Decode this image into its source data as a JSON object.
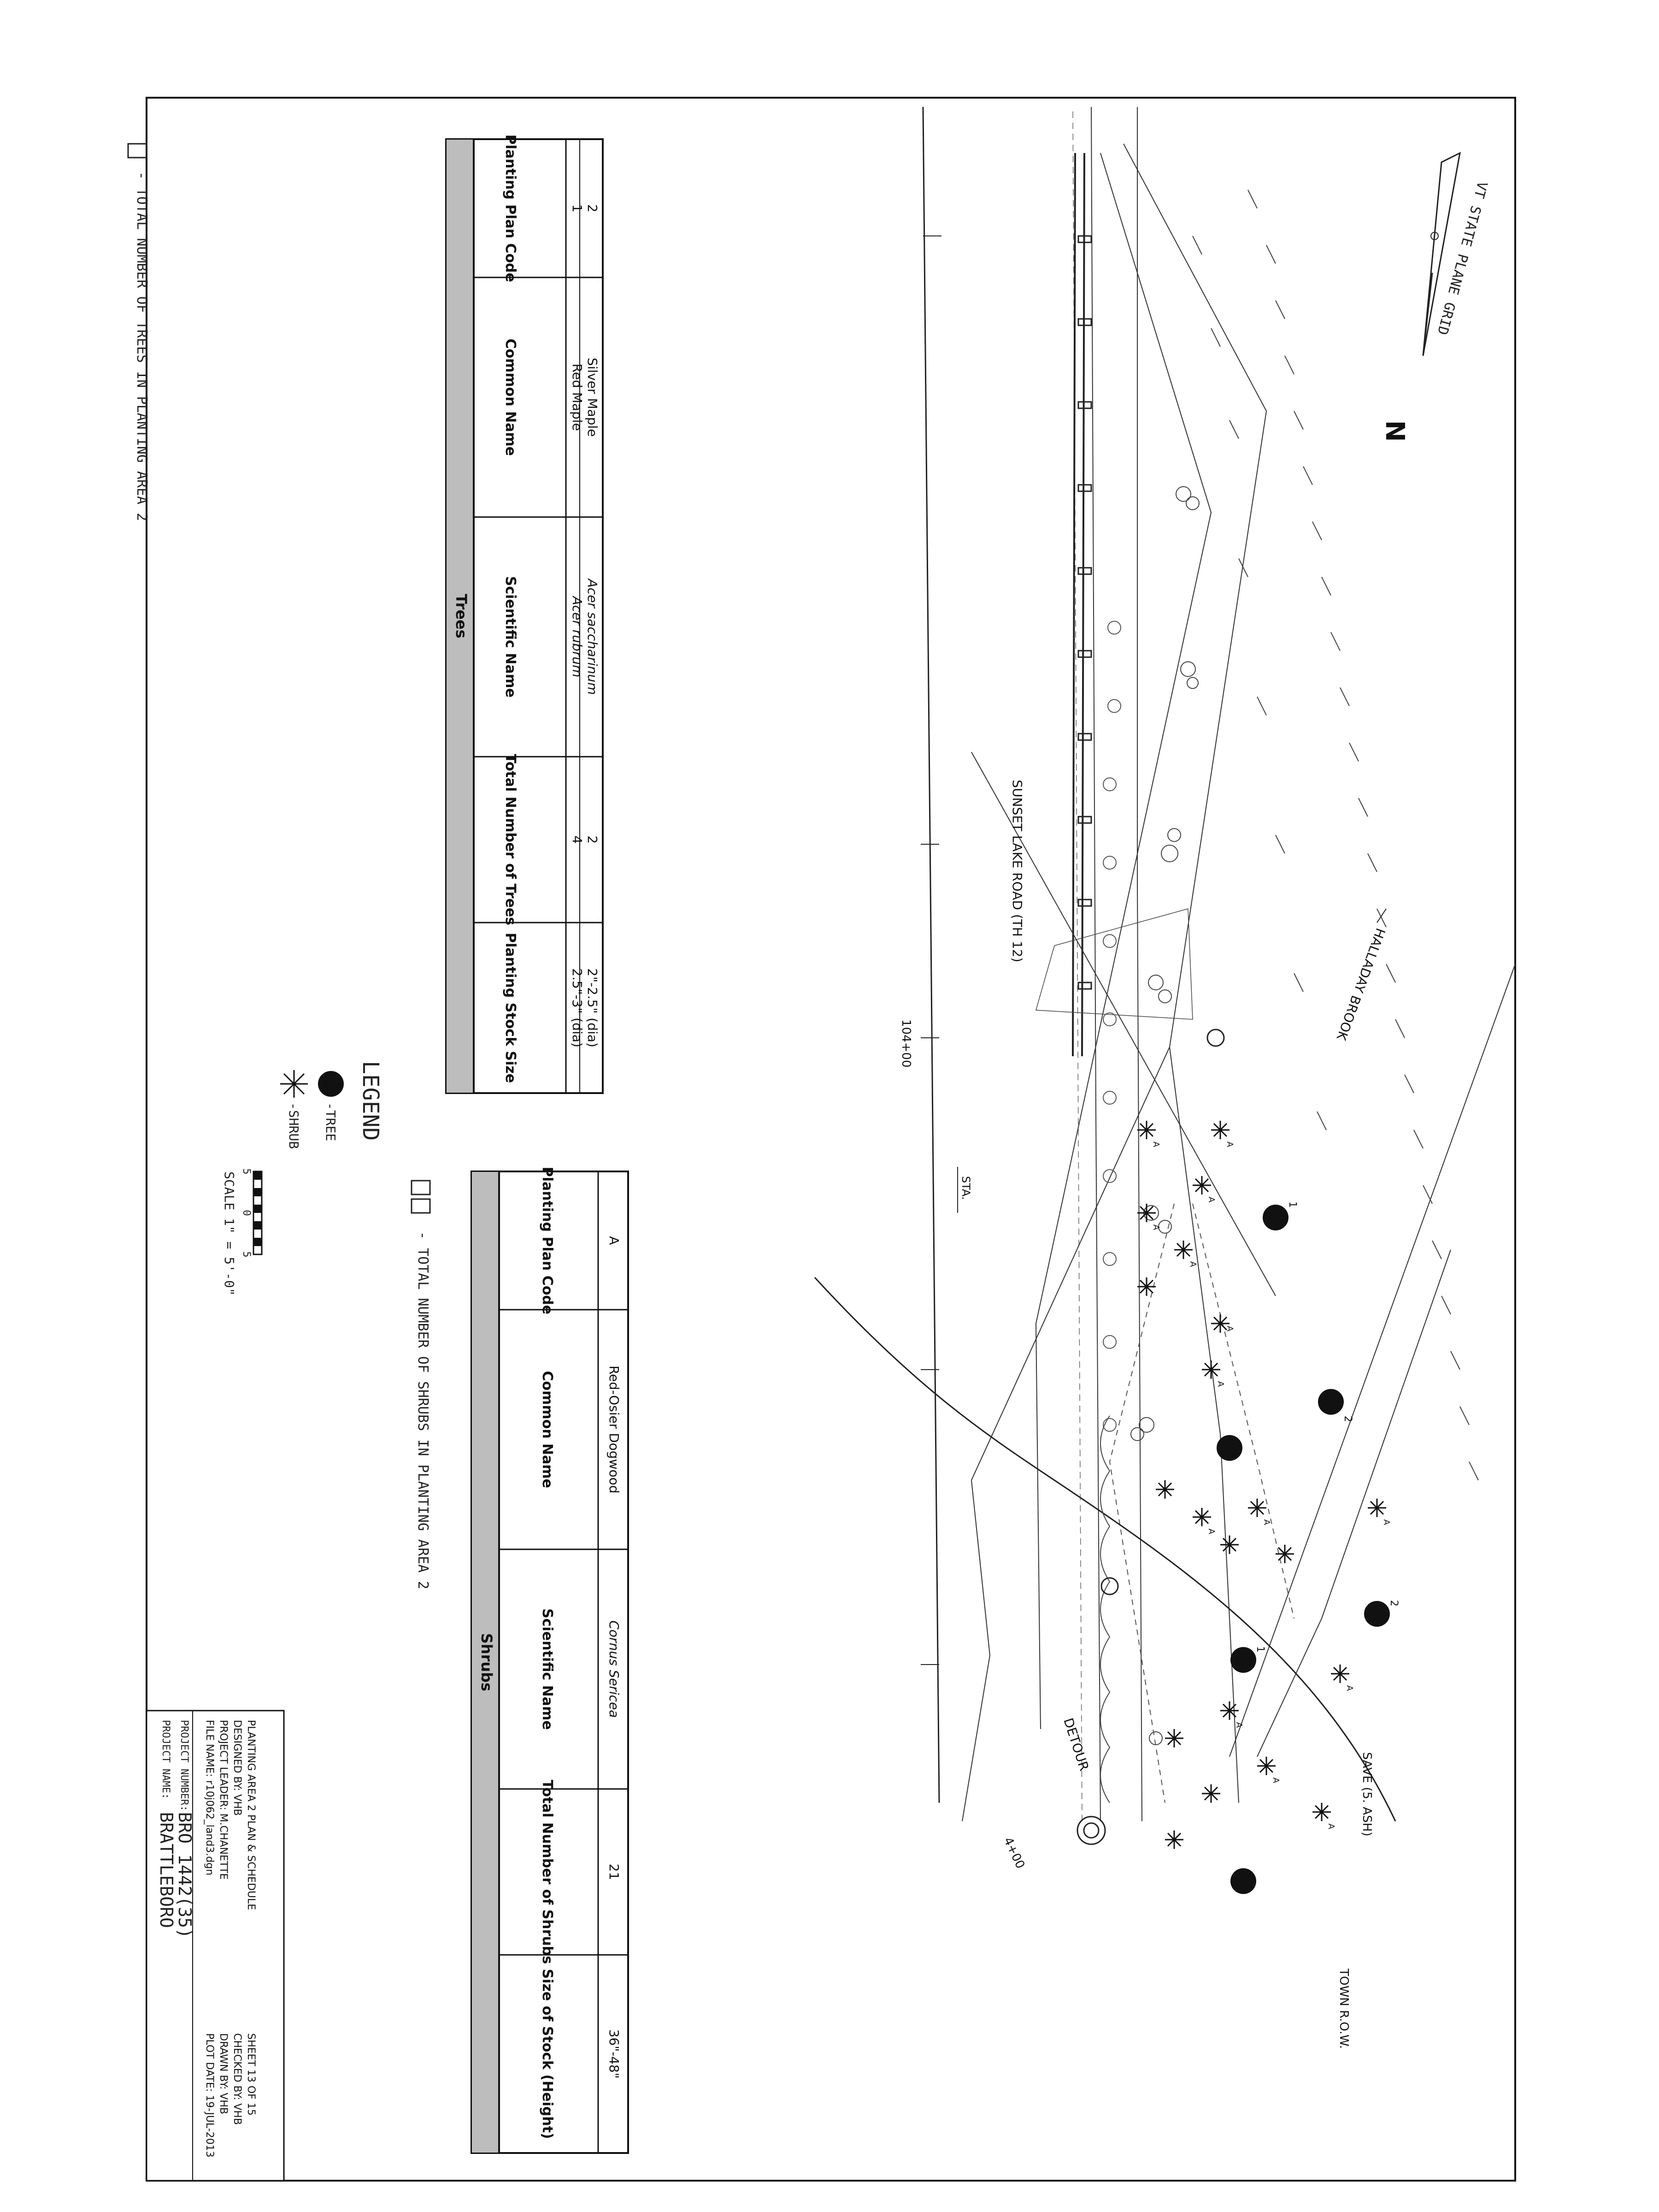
{
  "north_arrow": {
    "grid_label": "VT STATE PLANE GRID",
    "north_letter": "N"
  },
  "plan_labels": {
    "brook": "HALLADAY BROOK",
    "road": "SUNSET LAKE ROAD (TH 12)",
    "station_104": "104+00",
    "sta": "STA.",
    "detour": "DETOUR",
    "station_4": "4+00",
    "save_ash": "SAVE (5. ASH)",
    "town_row": "TOWN R.O.W."
  },
  "tree_tags": [
    "1",
    "2",
    "1",
    "2"
  ],
  "shrub_tag": "A",
  "trees_table": {
    "title": "Trees",
    "headers": [
      "Planting Plan Code",
      "Common Name",
      "Scientific Name",
      "Total Number of Trees",
      "Planting Stock Size"
    ],
    "rows": [
      [
        "1",
        "Red Maple",
        "Acer rubrum",
        "4",
        "2.5\"-3\" (dia)"
      ],
      [
        "2",
        "Silver Maple",
        "Acer saccharinum",
        "2",
        "2\"-2.5\" (dia)"
      ]
    ]
  },
  "shrubs_table": {
    "title": "Shrubs",
    "headers": [
      "Planting Plan Code",
      "Common Name",
      "Scientific Name",
      "Total Number of Shrubs",
      "Size of Stock (Height)"
    ],
    "rows": [
      [
        "A",
        "Red-Osier Dogwood",
        "Cornus Sericea",
        "21",
        "36\"-48\""
      ]
    ]
  },
  "notes": {
    "trees_note": "- TOTAL NUMBER OF TREES IN PLANTING AREA 2",
    "shrubs_note": "- TOTAL NUMBER OF SHRUBS IN PLANTING AREA 2"
  },
  "legend": {
    "title": "LEGEND",
    "tree": "-TREE",
    "shrub": "-SHRUB",
    "scale": "SCALE 1\" = 5'-0\"",
    "scale_ticks": [
      "5",
      "0",
      "5"
    ]
  },
  "title_block": {
    "project_name_label": "PROJECT NAME:",
    "project_name": "BRATTLEBORO",
    "project_number_label": "PROJECT NUMBER:",
    "project_number": "BRO 1442(35)",
    "file_name": "FILE NAME: r10j062_land3.dgn",
    "project_leader": "PROJECT LEADER: M.CHANETTE",
    "designed_by": "DESIGNED BY:  VHB",
    "sheet_title": "PLANTING AREA 2 PLAN & SCHEDULE",
    "plot_date": "PLOT DATE: 19-JUL-2013",
    "drawn_by": "DRAWN BY:  VHB",
    "checked_by": "CHECKED BY: VHB",
    "sheet": "SHEET  13  OF  15"
  }
}
